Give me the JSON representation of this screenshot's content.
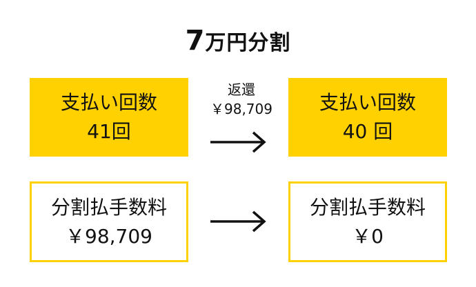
{
  "title": {
    "number": "7",
    "text": "万円分割"
  },
  "rows": [
    {
      "left": {
        "label": "支払い回数",
        "value": "41回"
      },
      "note": {
        "label": "返還",
        "value": "￥98,709"
      },
      "right": {
        "label": "支払い回数",
        "value": "40 回"
      }
    },
    {
      "left": {
        "label": "分割払手数料",
        "value": "￥98,709"
      },
      "right": {
        "label": "分割払手数料",
        "value": "￥0"
      }
    }
  ],
  "colors": {
    "accent": "#FFD100",
    "text": "#111111"
  },
  "icons": [
    "right-arrow-icon",
    "right-arrow-icon"
  ]
}
